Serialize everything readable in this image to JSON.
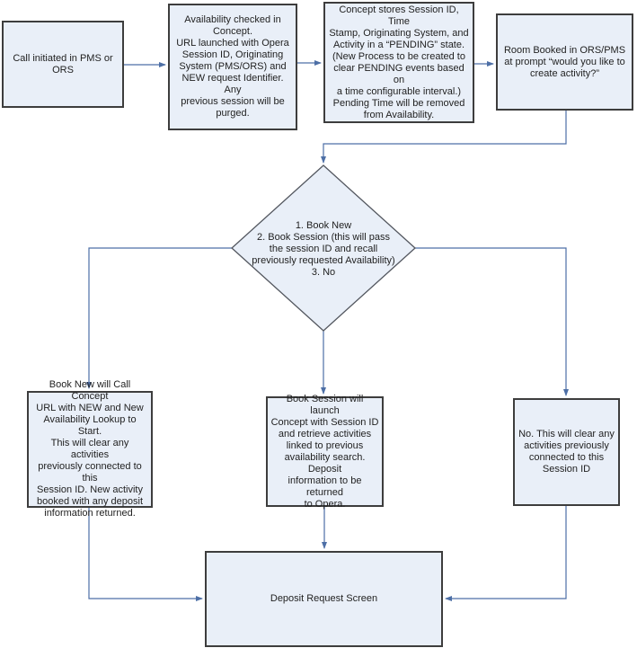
{
  "colors": {
    "node_fill": "#e9eff8",
    "node_border": "#3d3d3d",
    "diamond_border": "#53575f",
    "connector": "#4d6fa6",
    "text": "#1f1f1f",
    "background": "#ffffff"
  },
  "nodes": {
    "call_initiated": {
      "text": "Call initiated in PMS or\nORS"
    },
    "availability_checked": {
      "text": "Availability checked in\nConcept.\nURL launched with Opera\nSession ID, Originating\nSystem (PMS/ORS) and\nNEW request Identifier. Any\nprevious session will be\npurged."
    },
    "concept_stores": {
      "text": "Concept stores Session ID, Time\nStamp, Originating System, and\nActivity in a “PENDING” state.\n(New Process to be created to\nclear PENDING events based on\na time configurable interval.)\nPending Time will be removed\nfrom Availability."
    },
    "room_booked": {
      "text": "Room Booked in ORS/PMS\nat prompt “would you like to\ncreate activity?”"
    },
    "decision": {
      "text": "1. Book New\n2. Book Session (this will pass\nthe session ID and recall\npreviously requested Availability)\n3. No"
    },
    "book_new": {
      "text": "Book New will Call Concept\nURL with NEW and New\nAvailability Lookup to Start.\nThis will clear any activities\npreviously connected to this\nSession ID. New activity\nbooked with any deposit\ninformation returned."
    },
    "book_session": {
      "text": "Book Session will launch\nConcept with Session ID\nand retrieve activities\nlinked to previous\navailability search. Deposit\ninformation to be returned\nto Opera."
    },
    "no_branch": {
      "text": "No. This will clear any\nactivities previously\nconnected to this\nSession ID"
    },
    "deposit_request": {
      "text": "Deposit Request Screen"
    }
  }
}
